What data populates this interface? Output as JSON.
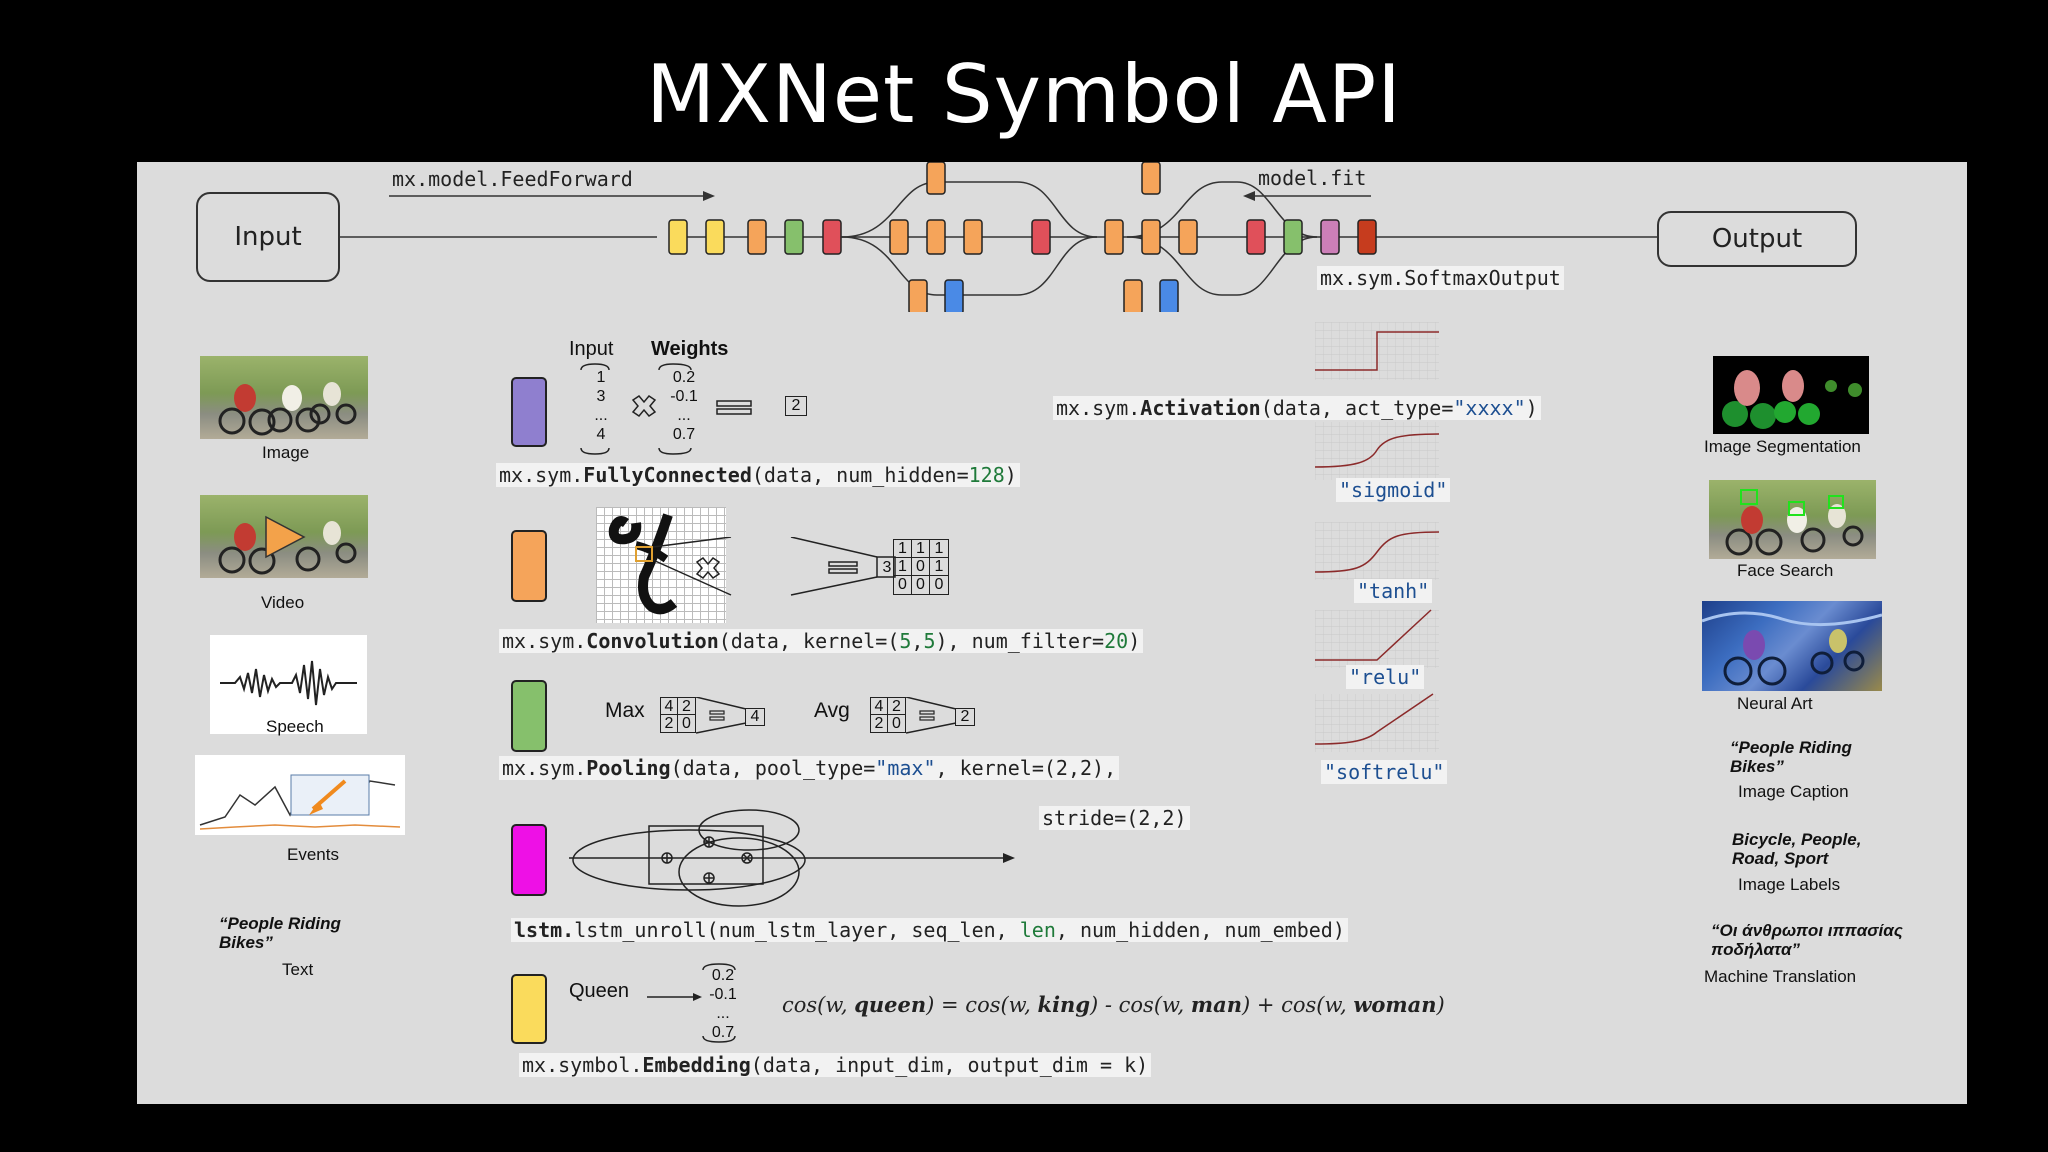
{
  "title": "MXNet Symbol API",
  "pipeline": {
    "input_label": "Input",
    "output_label": "Output",
    "feedforward_code": "mx.model.FeedForward",
    "fit_code": "model.fit",
    "softmax_code": "mx.sym.SoftmaxOutput"
  },
  "inputs": [
    {
      "label": "Image"
    },
    {
      "label": "Video"
    },
    {
      "label": "Speech"
    },
    {
      "label": "Events"
    }
  ],
  "text_input": {
    "quote": "“People Riding Bikes”",
    "label": "Text"
  },
  "outputs": [
    {
      "label": "Image Segmentation"
    },
    {
      "label": "Face Search"
    },
    {
      "label": "Neural Art"
    }
  ],
  "caption": {
    "quote": "“People Riding Bikes”",
    "label": "Image Caption"
  },
  "labels": {
    "quote": "Bicycle, People, Road, Sport",
    "label": "Image Labels"
  },
  "translation": {
    "quote": "“Οι άνθρωποι ιππασίας ποδήλατα”",
    "label": "Machine Translation"
  },
  "fc": {
    "input_header": "Input",
    "weights_header": "Weights",
    "input_values": [
      "1",
      "3",
      "...",
      "4"
    ],
    "weight_values": [
      "0.2",
      "-0.1",
      "...",
      "0.7"
    ],
    "result": "2",
    "code_prefix": "mx.sym.",
    "code_fn": "FullyConnected",
    "code_args": "(data, num_hidden=",
    "code_num": "128",
    "code_end": ")"
  },
  "conv": {
    "kernel": [
      "1",
      "1",
      "1",
      "1",
      "0",
      "1",
      "0",
      "0",
      "0"
    ],
    "result": "3",
    "code_prefix": "mx.sym.",
    "code_fn": "Convolution",
    "code_args": "(data, kernel=(",
    "code_k1": "5",
    "code_comma": ",",
    "code_k2": "5",
    "code_mid": "), num_filter=",
    "code_num": "20",
    "code_end": ")"
  },
  "pool": {
    "max_label": "Max",
    "avg_label": "Avg",
    "grid_max": [
      "4",
      "2",
      "2",
      "0"
    ],
    "grid_avg": [
      "4",
      "2",
      "2",
      "0"
    ],
    "max_result": "4",
    "avg_result": "2",
    "code_prefix": "mx.sym.",
    "code_fn": "Pooling",
    "code_args": "(data, pool_type=",
    "code_str": "\"max\"",
    "code_mid": ", kernel=(2,2),",
    "code_line2": "stride=(2,2)"
  },
  "lstm": {
    "code_prefix": "lstm.",
    "code_fn": "lstm_unroll",
    "code_args": "(num_lstm_layer, seq_len, ",
    "code_kw": "len",
    "code_end": ", num_hidden, num_embed)"
  },
  "embed": {
    "word": "Queen",
    "vector": [
      "0.2",
      "-0.1",
      "...",
      "0.7"
    ],
    "code_prefix": "mx.symbol.",
    "code_fn": "Embedding",
    "code_args": "(data, input_dim, output_dim = k)"
  },
  "formula": {
    "p1": "cos(w, ",
    "w1": "queen",
    "p2": ") = cos(w, ",
    "w2": "king",
    "p3": ") - cos(w, ",
    "w3": "man",
    "p4": ") + cos(w, ",
    "w4": "woman",
    "p5": ")"
  },
  "activation": {
    "code_prefix": "mx.sym.",
    "code_fn": "Activation",
    "code_args": "(data, act_type=",
    "code_str": "\"xxxx\"",
    "code_end": ")",
    "types": [
      "\"sigmoid\"",
      "\"tanh\"",
      "\"relu\"",
      "\"softrelu\""
    ]
  },
  "colors": {
    "purple": "#8f7fcf",
    "orange": "#f5a45a",
    "green": "#86c06c",
    "magenta": "#ee10e6",
    "yellow": "#fadb5c",
    "red": "#e0505a",
    "blue": "#4a8ae6",
    "pink": "#cc7fb8",
    "darkred": "#c63c1e"
  }
}
